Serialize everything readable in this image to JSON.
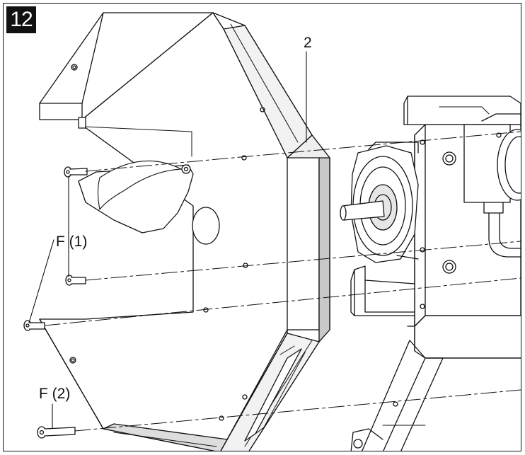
{
  "figure": {
    "number": "12",
    "callouts": {
      "part": "2",
      "fastener_1": "F (1)",
      "fastener_2": "F (2)"
    }
  },
  "colors": {
    "line": "#111111",
    "paper": "#ffffff",
    "shade_light": "#e6e6e6",
    "shade_mid": "#c8c8c8",
    "shade_dark": "#8a8a8a"
  }
}
